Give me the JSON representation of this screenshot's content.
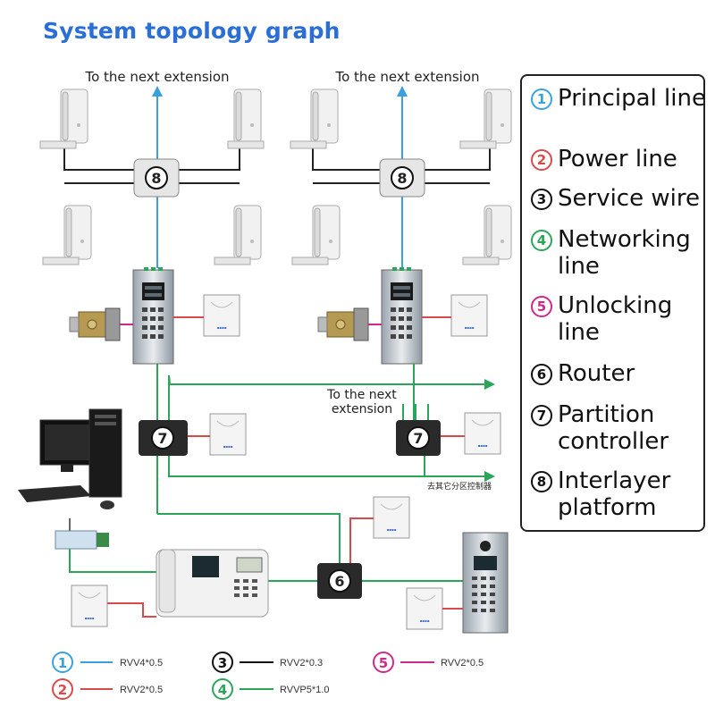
{
  "title": "System topology graph",
  "labels": {
    "next_ext_left": "To the next extension",
    "next_ext_right": "To the next extension",
    "next_ext_mid_1": "To the next",
    "next_ext_mid_2": "extension",
    "chinese_note": "去其它分区控制器"
  },
  "node_numbers": {
    "interlayer": "8",
    "partition": "7",
    "router": "6"
  },
  "legend": [
    {
      "num": "1",
      "color": "#3aa0e0",
      "text": "Principal line"
    },
    {
      "num": "2",
      "color": "#d94a4a",
      "text": "Power line"
    },
    {
      "num": "3",
      "color": "#111111",
      "text": "Service wire"
    },
    {
      "num": "4",
      "color": "#2aa55a",
      "text": "Networking line"
    },
    {
      "num": "5",
      "color": "#cc2a8a",
      "text": "Unlocking line"
    },
    {
      "num": "6",
      "color": "#111111",
      "text": "Router"
    },
    {
      "num": "7",
      "color": "#111111",
      "text": "Partition controller"
    },
    {
      "num": "8",
      "color": "#111111",
      "text": "Interlayer platform"
    }
  ],
  "cables": [
    {
      "num": "1",
      "color": "#3aa0e0",
      "spec": "RVV4*0.5"
    },
    {
      "num": "3",
      "color": "#111111",
      "spec": "RVV2*0.3"
    },
    {
      "num": "5",
      "color": "#cc2a8a",
      "spec": "RVV2*0.5"
    },
    {
      "num": "2",
      "color": "#d94a4a",
      "spec": "RVV2*0.5"
    },
    {
      "num": "4",
      "color": "#2aa55a",
      "spec": "RVVP5*1.0"
    }
  ]
}
